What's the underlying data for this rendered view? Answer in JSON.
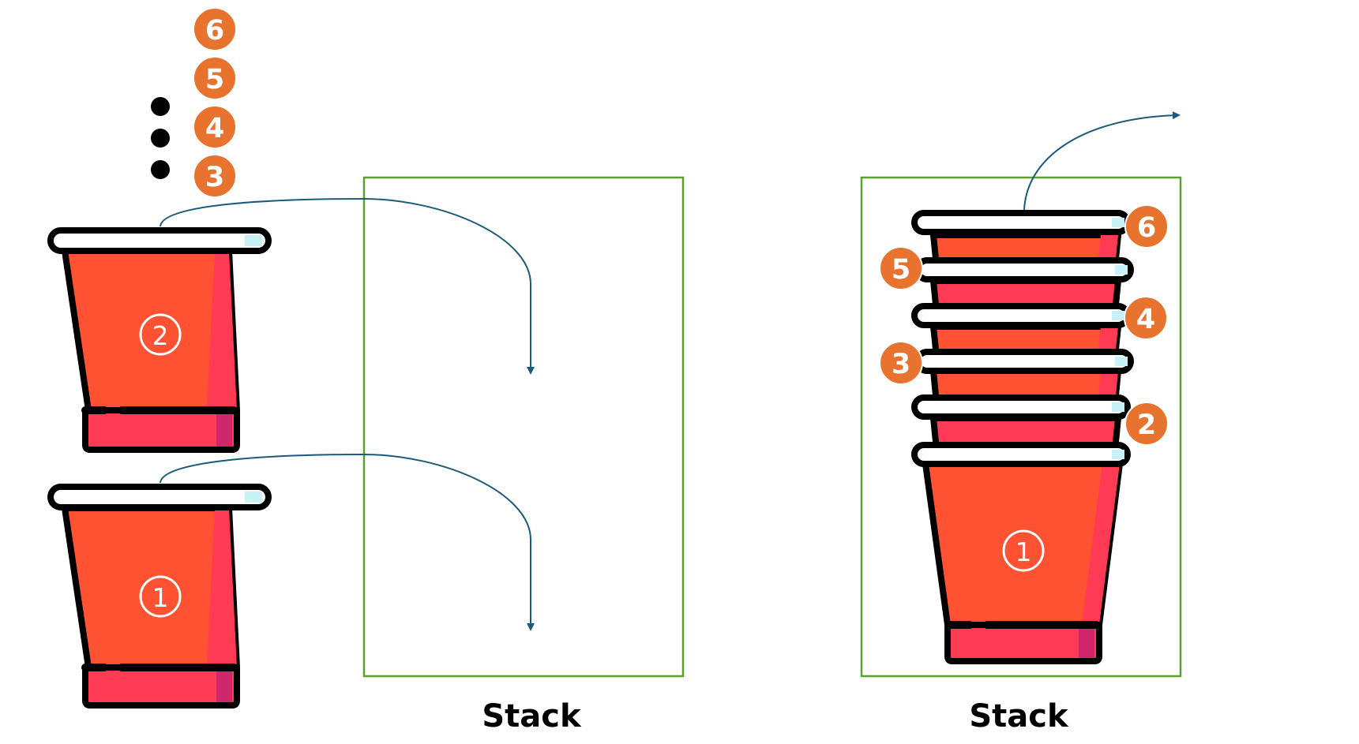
{
  "colors": {
    "cup_body": "#ff5232",
    "cup_side": "#ff3a55",
    "cup_base": "#ff3a55",
    "cup_base_side": "#d0266b",
    "rim": "#ffffff",
    "rim_tip": "#c9f2f7",
    "outline": "#000000",
    "badge": "#e8732f",
    "box_border": "#5aa02c",
    "arrow": "#1b5b7a",
    "dot": "#000000"
  },
  "queue_badges": [
    "6",
    "5",
    "4",
    "3"
  ],
  "left_cups": [
    "2",
    "1"
  ],
  "right_stack_badges": [
    "6",
    "5",
    "4",
    "3",
    "2"
  ],
  "right_bottom_cup": "1",
  "left_stack_label": "Stack",
  "right_stack_label": "Stack"
}
